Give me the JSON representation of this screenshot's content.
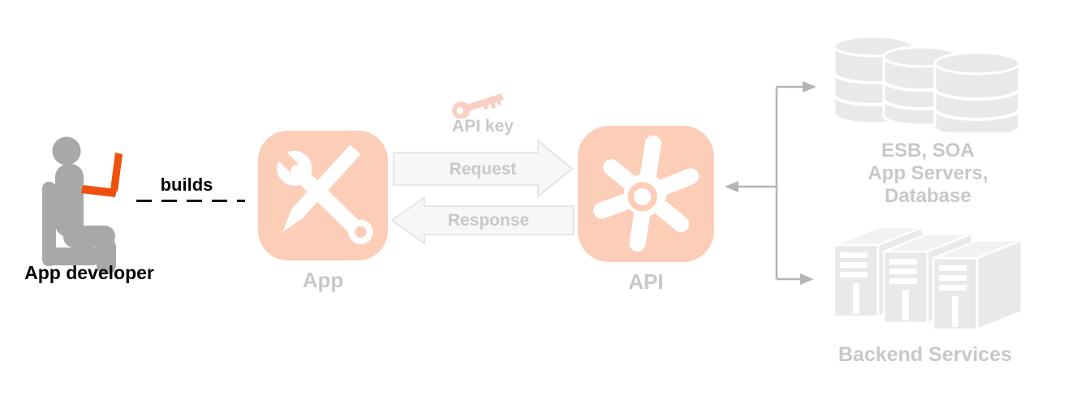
{
  "colors": {
    "salmon": "#fccdb7",
    "keypink": "#f9cfc3",
    "orange": "#f0500e",
    "persongray": "#a8a8a8",
    "shapegray": "#e9e9e9",
    "shapetop": "#f2f2f2",
    "connector": "#b4b4b4",
    "labelgray": "#c8c8c8",
    "arrowfill": "#f7f7f7",
    "arrowstroke": "#e0e0e0"
  },
  "developer": {
    "label": "App developer",
    "action_label": "builds"
  },
  "app": {
    "label": "App"
  },
  "api": {
    "label": "API"
  },
  "exchange": {
    "api_key_label": "API key",
    "request_label": "Request",
    "response_label": "Response"
  },
  "backend": {
    "esb_lines": [
      "ESB, SOA",
      "App Servers,",
      "Database"
    ],
    "services_label": "Backend Services"
  }
}
